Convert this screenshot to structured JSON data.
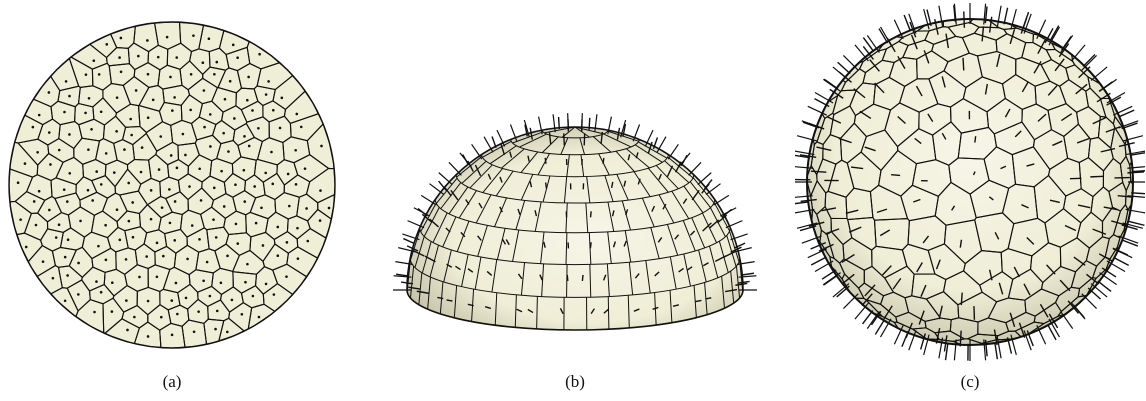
{
  "figure": {
    "panels": [
      {
        "id": "a",
        "caption": "(a)"
      },
      {
        "id": "b",
        "caption": "(b)"
      },
      {
        "id": "c",
        "caption": "(c)"
      }
    ],
    "colors": {
      "fill": "#efeed6",
      "shade_light": "#f6f5e8",
      "shade_dark": "#a9a88c",
      "edge": "#111111"
    }
  }
}
